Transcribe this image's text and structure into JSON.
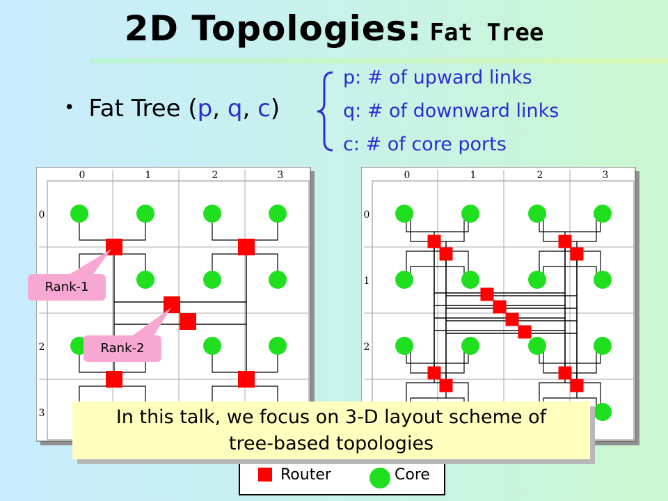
{
  "title": {
    "main": "2D Topologies:",
    "sub": "Fat Tree"
  },
  "bullet": {
    "prefix": "Fat Tree (",
    "p": "p",
    "sep1": ", ",
    "q": "q",
    "sep2": ", ",
    "c": "c",
    "suffix": ")"
  },
  "params": [
    "p: # of upward links",
    "q: # of downward links",
    "c: # of core ports"
  ],
  "grid": {
    "col_labels": [
      "0",
      "1",
      "2",
      "3"
    ],
    "row_labels": [
      "0",
      "1",
      "2",
      "3"
    ]
  },
  "callouts": {
    "rank1": "Rank-1",
    "rank2": "Rank-2"
  },
  "legend": {
    "router": "Router",
    "core": "Core"
  },
  "note": {
    "line1": "In this talk, we focus on 3-D layout scheme of",
    "line2": "tree-based topologies"
  },
  "colors": {
    "router": "#ff0000",
    "core": "#1fdf1f",
    "accent": "#2c2ccf",
    "callout": "#f7a8d2",
    "note_bg": "#ffffbe"
  }
}
